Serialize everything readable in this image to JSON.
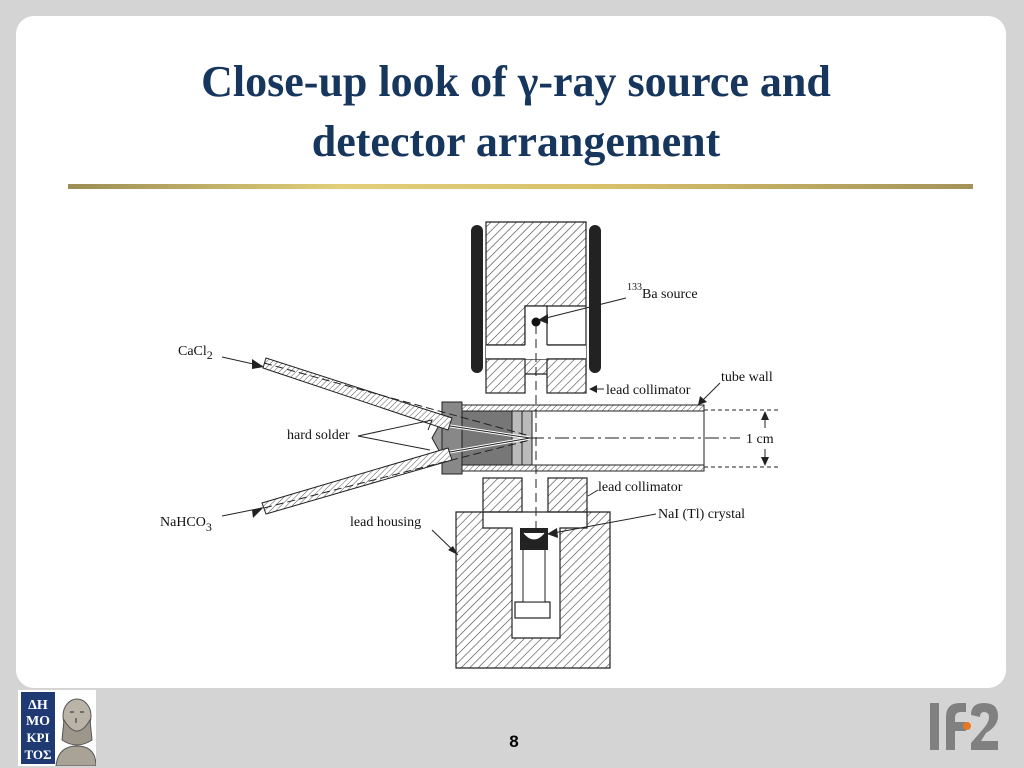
{
  "title": {
    "line1_before": "Close-up look of ",
    "line1_gamma": "γ",
    "line1_after": "-ray source and",
    "line2": "detector arrangement"
  },
  "diagram": {
    "labels": {
      "ba_mass": "133",
      "ba_source": "Ba  source",
      "cacl_main": "CaCl",
      "cacl_sub": "2",
      "hard_solder": "hard solder",
      "nahco_main": "NaHCO",
      "nahco_sub": "3",
      "lead_collimator_top": "lead collimator",
      "tube_wall": "tube wall",
      "one_cm": "1 cm",
      "lead_collimator_bottom": "lead collimator",
      "nai_crystal": "NaI (Tl) crystal",
      "lead_housing": "lead housing"
    }
  },
  "footer": {
    "page_number": "8",
    "logo_left_text": [
      "ΔΗ",
      "ΜΟ",
      "ΚΡΙ",
      "ΤΟΣ"
    ]
  },
  "colors": {
    "title": "#17365d",
    "background": "#d4d4d4",
    "ife_gray": "#808080",
    "ife_orange": "#e87722"
  }
}
